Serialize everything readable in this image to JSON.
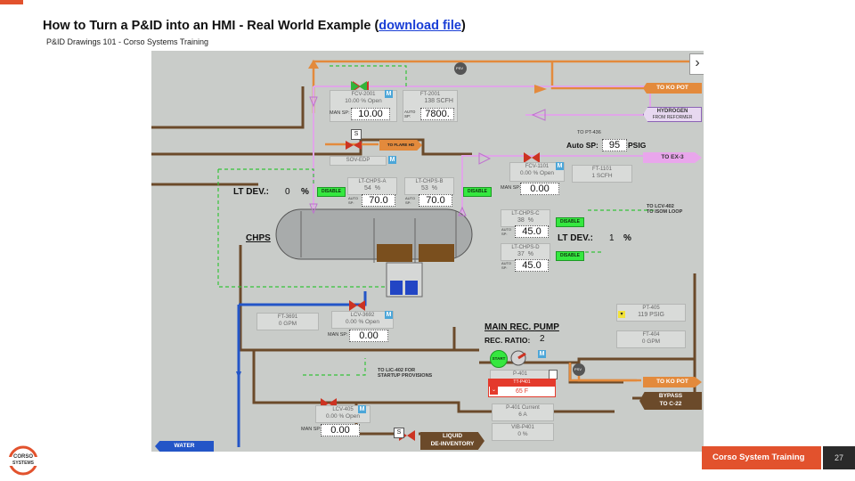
{
  "slide": {
    "title_prefix": "How to Turn a P&ID into an HMI - Real World Example (",
    "title_link": "download file",
    "title_suffix": ")",
    "subtitle": "P&ID Drawings 101 - Corso Systems Training",
    "footer_label": "Corso System Training",
    "page_number": "27",
    "logo_line1": "CORSO",
    "logo_line2": "SYSTEMS"
  },
  "hmi": {
    "fcv2001": {
      "tag": "FCV-2001",
      "status": "10.00 % Open",
      "man_sp_label": "MAN SP:",
      "man_sp": "10.00"
    },
    "ft2001": {
      "tag": "FT-2001",
      "value": "138 SCFH",
      "auto_label": "AUTO SP:",
      "auto_sp": "7800."
    },
    "to_ko_pot_1": "TO KO POT",
    "hydrogen_line1": "HYDROGEN",
    "hydrogen_line2": "FROM REFORMER",
    "sov_label": "S",
    "to_flare": "TO FLARE HD",
    "sov_tag": "SOV-EDP",
    "to_pt436": "TO PT-436",
    "auto_sp_label": "Auto SP:",
    "auto_sp_value": "95",
    "auto_sp_unit": "PSIG",
    "to_ex3": "TO EX-3",
    "fcv1101": {
      "tag": "FCV-1101",
      "status": "0.00 % Open",
      "man_sp_label": "MAN SP:",
      "man_sp": "0.00"
    },
    "ft1101": {
      "tag": "FT-1101",
      "value": "1 SCFH"
    },
    "lt_dev_left_label": "LT DEV.:",
    "lt_dev_left_value": "0",
    "lt_dev_left_unit": "%",
    "disable_label": "DISABLE",
    "lt_chps_a": {
      "tag": "LT-CHPS-A",
      "value": "54",
      "unit": "%",
      "auto_label": "AUTO SP:",
      "sp": "70.0"
    },
    "lt_chps_b": {
      "tag": "LT-CHPS-B",
      "value": "53",
      "unit": "%",
      "auto_label": "AUTO SP:",
      "sp": "70.0"
    },
    "lt_chps_c": {
      "tag": "LT-CHPS-C",
      "value": "38",
      "unit": "%",
      "auto_label": "AUTO SP:",
      "sp": "45.0"
    },
    "lt_chps_d": {
      "tag": "LT-CHPS-D",
      "value": "37",
      "unit": "%",
      "auto_label": "AUTO SP:",
      "sp": "45.0"
    },
    "to_lcv402_line1": "TO LCV-402",
    "to_lcv402_line2": "TO ISOM LOOP",
    "lt_dev_right_label": "LT DEV.:",
    "lt_dev_right_value": "1",
    "lt_dev_right_unit": "%",
    "chps_label": "CHPS",
    "ft3691": {
      "tag": "FT-3691",
      "value": "0 GPM"
    },
    "lcv3692": {
      "tag": "LCV-3692",
      "status": "0.00 % Open",
      "man_sp_label": "MAN SP:",
      "man_sp": "0.00"
    },
    "pt405": {
      "tag": "PT-405",
      "value": "119 PSIG"
    },
    "ft404": {
      "tag": "FT-404",
      "value": "0 GPM"
    },
    "main_rec_pump": "MAIN REC. PUMP",
    "rec_ratio_label": "REC. RATIO:",
    "rec_ratio_value": "2",
    "start_label": "START",
    "to_lic402_line1": "TO LIC-402 FOR",
    "to_lic402_line2": "STARTUP PROVISIONS",
    "p401": {
      "tag": "P-401",
      "alarm_tag": "TT-P401",
      "temp": "65 F"
    },
    "to_ko_pot_2": "TO KO POT",
    "bypass_line1": "BYPASS",
    "bypass_line2": "TO C-22",
    "lcv405": {
      "tag": "LCV-405",
      "status": "0.00 % Open",
      "man_sp_label": "MAN SP:",
      "man_sp": "0.00"
    },
    "p401_current": {
      "tag": "P-401 Current",
      "value": "6 A"
    },
    "vib_p401": {
      "tag": "VIB-P401",
      "value": "0 %"
    },
    "liquid_line1": "LIQUID",
    "liquid_line2": "DE-INVENTORY",
    "water_label": "WATER",
    "m_badge": "M",
    "psv_label": "PSV",
    "nav_arrow": "›"
  },
  "colors": {
    "accent": "#e2522d",
    "pipe_brown": "#6b4a2a",
    "pipe_orange": "#e38a3c",
    "pipe_blue": "#2355c7",
    "pipe_pink": "#e0a6e8",
    "hmi_bg": "#c9ccc9"
  }
}
